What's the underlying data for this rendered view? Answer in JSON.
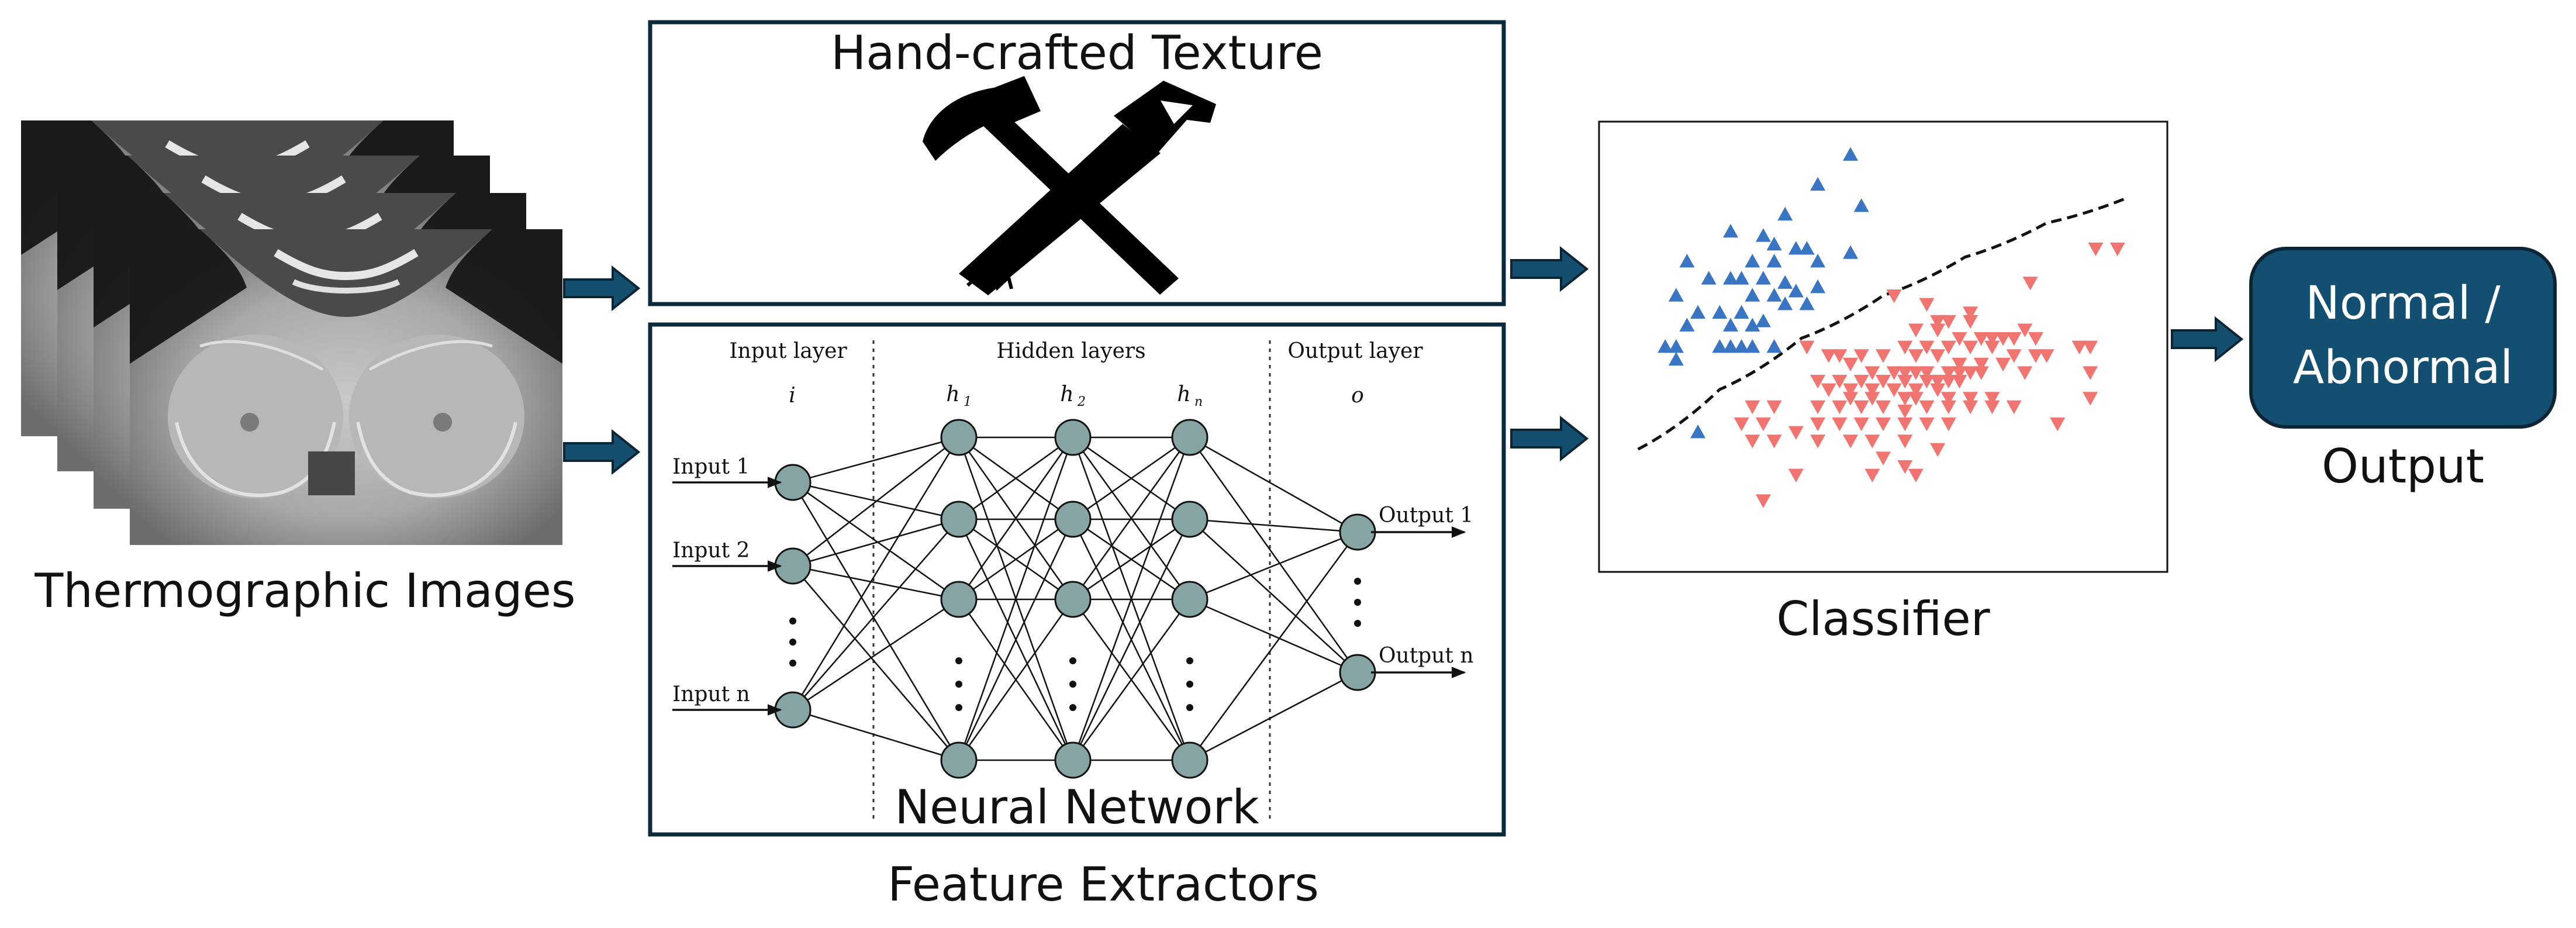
{
  "labels": {
    "thermo_caption": "Thermographic Images",
    "handcrafted_title": "Hand-crafted Texture",
    "nn_title": "Neural Network",
    "extractors_caption": "Feature Extractors",
    "classifier_caption": "Classifier",
    "output_line1": "Normal /",
    "output_line2": "Abnormal",
    "output_caption": "Output"
  },
  "neural_network": {
    "input_layer": "Input layer",
    "hidden_layers": "Hidden layers",
    "output_layer": "Output layer",
    "sym_i": "i",
    "sym_h1": "h",
    "sym_h1_sub": "1",
    "sym_h2": "h",
    "sym_h2_sub": "2",
    "sym_hn": "h",
    "sym_hn_sub": "n",
    "sym_o": "o",
    "input_1": "Input 1",
    "input_2": "Input 2",
    "input_n": "Input n",
    "output_1": "Output 1",
    "output_n": "Output n"
  },
  "chart_data": {
    "type": "scatter",
    "title": "",
    "xlabel": "",
    "ylabel": "",
    "xlim": [
      0,
      100
    ],
    "ylim": [
      0,
      100
    ],
    "grid": false,
    "series": [
      {
        "color": "#3a75c4",
        "marker": "triangle-up",
        "points": [
          [
            44,
            95
          ],
          [
            38,
            88
          ],
          [
            46,
            83
          ],
          [
            32,
            81
          ],
          [
            22,
            77
          ],
          [
            28,
            76
          ],
          [
            30,
            74
          ],
          [
            34,
            73
          ],
          [
            36,
            73
          ],
          [
            44,
            72
          ],
          [
            26,
            70
          ],
          [
            30,
            70
          ],
          [
            38,
            70
          ],
          [
            14,
            70
          ],
          [
            18,
            66
          ],
          [
            22,
            66
          ],
          [
            24,
            66
          ],
          [
            28,
            66
          ],
          [
            32,
            65
          ],
          [
            34,
            63
          ],
          [
            38,
            64
          ],
          [
            12,
            62
          ],
          [
            26,
            62
          ],
          [
            30,
            62
          ],
          [
            32,
            60
          ],
          [
            36,
            60
          ],
          [
            16,
            58
          ],
          [
            20,
            58
          ],
          [
            24,
            58
          ],
          [
            28,
            56
          ],
          [
            14,
            55
          ],
          [
            22,
            55
          ],
          [
            26,
            55
          ],
          [
            10,
            50
          ],
          [
            12,
            50
          ],
          [
            20,
            50
          ],
          [
            22,
            50
          ],
          [
            24,
            50
          ],
          [
            26,
            50
          ],
          [
            30,
            50
          ],
          [
            12,
            47
          ],
          [
            16,
            30
          ]
        ]
      },
      {
        "color": "#f07470",
        "marker": "triangle-down",
        "points": [
          [
            89,
            73
          ],
          [
            93,
            73
          ],
          [
            77,
            65
          ],
          [
            52,
            62
          ],
          [
            58,
            60
          ],
          [
            66,
            58
          ],
          [
            60,
            56
          ],
          [
            62,
            56
          ],
          [
            66,
            56
          ],
          [
            56,
            54
          ],
          [
            60,
            54
          ],
          [
            64,
            52
          ],
          [
            68,
            52
          ],
          [
            70,
            52
          ],
          [
            72,
            52
          ],
          [
            74,
            52
          ],
          [
            76,
            54
          ],
          [
            78,
            52
          ],
          [
            54,
            50
          ],
          [
            58,
            50
          ],
          [
            62,
            50
          ],
          [
            66,
            50
          ],
          [
            70,
            50
          ],
          [
            74,
            48
          ],
          [
            78,
            48
          ],
          [
            36,
            50
          ],
          [
            40,
            48
          ],
          [
            42,
            48
          ],
          [
            46,
            48
          ],
          [
            50,
            48
          ],
          [
            56,
            48
          ],
          [
            60,
            48
          ],
          [
            64,
            46
          ],
          [
            68,
            46
          ],
          [
            72,
            46
          ],
          [
            80,
            48
          ],
          [
            86,
            50
          ],
          [
            88,
            50
          ],
          [
            44,
            46
          ],
          [
            48,
            44
          ],
          [
            52,
            44
          ],
          [
            54,
            44
          ],
          [
            56,
            44
          ],
          [
            58,
            44
          ],
          [
            62,
            44
          ],
          [
            64,
            44
          ],
          [
            66,
            44
          ],
          [
            38,
            42
          ],
          [
            42,
            42
          ],
          [
            46,
            42
          ],
          [
            50,
            42
          ],
          [
            54,
            42
          ],
          [
            58,
            42
          ],
          [
            60,
            42
          ],
          [
            62,
            42
          ],
          [
            64,
            42
          ],
          [
            68,
            44
          ],
          [
            76,
            44
          ],
          [
            88,
            44
          ],
          [
            40,
            40
          ],
          [
            44,
            40
          ],
          [
            48,
            40
          ],
          [
            52,
            40
          ],
          [
            56,
            40
          ],
          [
            60,
            40
          ],
          [
            62,
            38
          ],
          [
            66,
            38
          ],
          [
            70,
            38
          ],
          [
            44,
            38
          ],
          [
            48,
            38
          ],
          [
            54,
            38
          ],
          [
            56,
            38
          ],
          [
            88,
            38
          ],
          [
            26,
            36
          ],
          [
            30,
            36
          ],
          [
            38,
            36
          ],
          [
            42,
            36
          ],
          [
            46,
            36
          ],
          [
            50,
            36
          ],
          [
            54,
            35
          ],
          [
            58,
            36
          ],
          [
            62,
            36
          ],
          [
            66,
            36
          ],
          [
            70,
            36
          ],
          [
            74,
            36
          ],
          [
            24,
            32
          ],
          [
            28,
            32
          ],
          [
            38,
            32
          ],
          [
            42,
            32
          ],
          [
            46,
            32
          ],
          [
            50,
            32
          ],
          [
            54,
            32
          ],
          [
            58,
            32
          ],
          [
            62,
            32
          ],
          [
            82,
            32
          ],
          [
            34,
            30
          ],
          [
            38,
            28
          ],
          [
            44,
            28
          ],
          [
            48,
            28
          ],
          [
            54,
            28
          ],
          [
            26,
            28
          ],
          [
            30,
            28
          ],
          [
            60,
            26
          ],
          [
            50,
            24
          ],
          [
            54,
            22
          ],
          [
            34,
            20
          ],
          [
            48,
            20
          ],
          [
            56,
            20
          ],
          [
            28,
            14
          ]
        ]
      }
    ],
    "decision_boundary": {
      "style": "dashed",
      "x": [
        5,
        20,
        35,
        50,
        65,
        80,
        95
      ],
      "y": [
        26,
        40,
        52,
        62,
        71,
        79,
        85
      ]
    }
  },
  "colors": {
    "frame": "#0d2a3d",
    "arrow": "#154f70",
    "arrow_edge": "#0b2535",
    "node": "#86a4a4",
    "output_box": "#124f71",
    "output_text": "#ffffff",
    "blue": "#3a75c4",
    "red": "#f07470"
  },
  "icons": {
    "thermo": "thermographic-image-stack",
    "tools": "hammer-saw-icon"
  }
}
